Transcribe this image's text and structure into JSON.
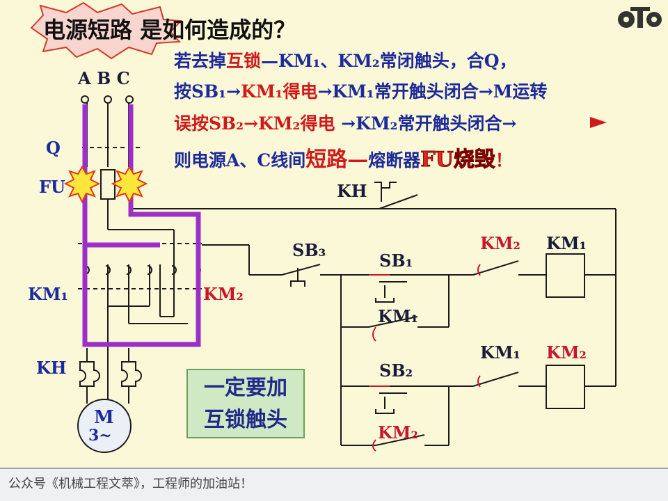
{
  "title": "电源短路 是如何造成的？",
  "explanation": {
    "line1": {
      "a": "若去掉",
      "b": "互锁",
      "c": "—KM₁、KM₂常闭触头，合Q，"
    },
    "line2": {
      "a": "按SB₁→",
      "b": "KM₁得电",
      "c": "→KM₁常开触头闭合→M运转"
    },
    "line3": {
      "a": "误按SB₂→",
      "b": "KM₂得电",
      "c": " →KM₂常开触头闭合→"
    },
    "line4": {
      "a": "则电源A、C线间",
      "b": "短路—",
      "c": "熔断器",
      "d": "FU烧毁",
      "e": "！"
    }
  },
  "labels": {
    "phases": "A B C",
    "q": "Q",
    "fu": "FU",
    "km1_main": "KM₁",
    "km2_main": "KM₂",
    "kh_left": "KH",
    "motor_m": "M",
    "motor_3": "3~",
    "kh_top": "KH",
    "sb3": "SB₃",
    "sb1": "SB₁",
    "km1_aux": "KM₁",
    "km2_nc": "KM₂",
    "km1_coil": "KM₁",
    "sb2": "SB₂",
    "km1_nc": "KM₁",
    "km2_coil": "KM₂",
    "km2_aux": "KM₂"
  },
  "note": {
    "line1": "一定要加",
    "line2": "互锁触头"
  },
  "footer": "公众号《机械工程文萃》，工程师的加油站！",
  "colors": {
    "background": "#fbf8d8",
    "wire": "#1a1a1a",
    "short_path": "#9b30c8",
    "label_blue": "#1d2a9a",
    "label_red": "#c8172a",
    "note_bg": "#cfe9c4"
  }
}
